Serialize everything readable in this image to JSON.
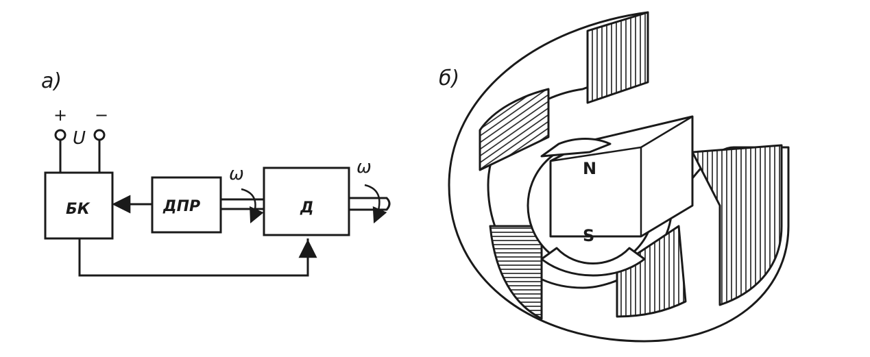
{
  "diagram": {
    "panel_a_label": "а)",
    "panel_b_label": "б)",
    "terminal_plus": "+",
    "terminal_minus": "−",
    "voltage_label": "U",
    "blocks": {
      "bk": "БК",
      "dpr": "ДПР",
      "d": "Д"
    },
    "omega_left": "ω",
    "omega_right": "ω",
    "pole_north": "N",
    "pole_south": "S"
  },
  "colors": {
    "ink": "#1a1a1a",
    "paper": "#ffffff"
  }
}
